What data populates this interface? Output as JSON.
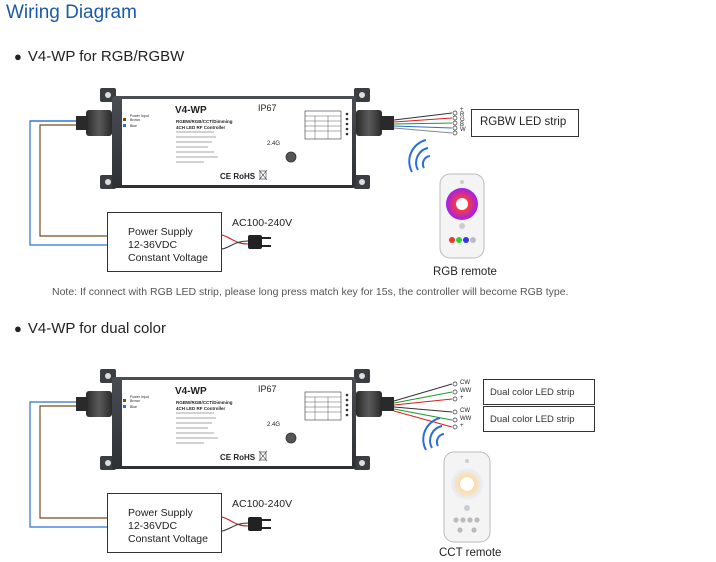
{
  "title": "Wiring Diagram",
  "section1": {
    "heading": "V4-WP for RGB/RGBW",
    "controller": {
      "model": "V4-WP",
      "ip": "IP67",
      "subtitle1": "RGBW/RGB/CCT/Dimming",
      "subtitle2": "4CH LED RF Controller",
      "freq": "2.4G",
      "marks": "CE RoHS",
      "power_input": "Power Input",
      "brown": "Brown",
      "blue": "Blue"
    },
    "strip_label": "RGBW LED strip",
    "strip_pins": [
      "+",
      "R",
      "G",
      "B",
      "W"
    ],
    "power_supply": [
      "Power Supply",
      "12-36VDC",
      "Constant Voltage"
    ],
    "ac": "AC100-240V",
    "remote_caption": "RGB remote",
    "note": "Note: If connect with RGB LED strip, please long press match key for 15s, the controller will become RGB type."
  },
  "section2": {
    "heading": "V4-WP for dual color",
    "controller": {
      "model": "V4-WP",
      "ip": "IP67",
      "subtitle1": "RGBW/RGB/CCT/Dimming",
      "subtitle2": "4CH LED RF Controller",
      "freq": "2.4G",
      "marks": "CE RoHS",
      "power_input": "Power Input",
      "brown": "Brown",
      "blue": "Blue"
    },
    "strip1_label": "Dual color LED strip",
    "strip1_pins": [
      "CW",
      "WW",
      "+"
    ],
    "strip2_label": "Dual color LED strip",
    "strip2_pins": [
      "CW",
      "WW",
      "+"
    ],
    "power_supply": [
      "Power Supply",
      "12-36VDC",
      "Constant Voltage"
    ],
    "ac": "AC100-240V",
    "remote_caption": "CCT remote"
  },
  "colors": {
    "title": "#1a5aa6",
    "brown_wire": "#7a4a1e",
    "blue_wire": "#2a6fd6",
    "red": "#d62020",
    "green": "#1a9a2a",
    "controller_body": "#3a3d42"
  }
}
